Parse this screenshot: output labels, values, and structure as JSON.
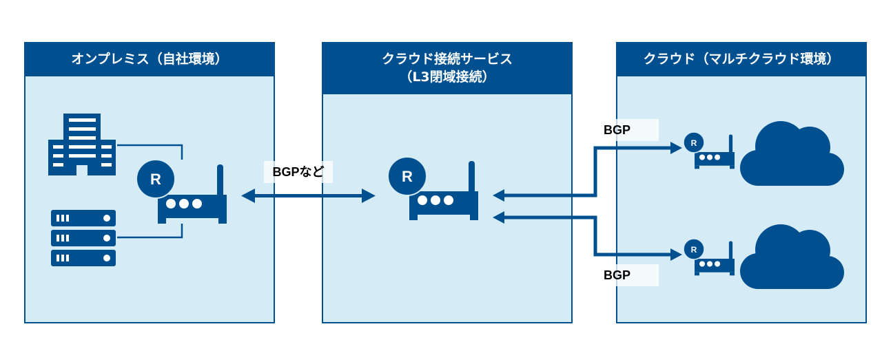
{
  "panels": {
    "onprem": {
      "title": "オンプレミス（自社環境）"
    },
    "service": {
      "title_line1": "クラウド接続サービス",
      "title_line2": "（L3閉域接続）"
    },
    "cloud": {
      "title": "クラウド（マルチクラウド環境）"
    }
  },
  "labels": {
    "onprem_to_service": "BGPなど",
    "to_cloud_top": "BGP",
    "to_cloud_bottom": "BGP"
  },
  "router_badge": "R",
  "colors": {
    "brand": "#005090",
    "panel_bg": "#d5ecf6",
    "header_text": "#ffffff"
  },
  "icons": [
    "building-icon",
    "server-rack-icon",
    "router-icon",
    "cloud-icon",
    "double-arrow-icon"
  ]
}
